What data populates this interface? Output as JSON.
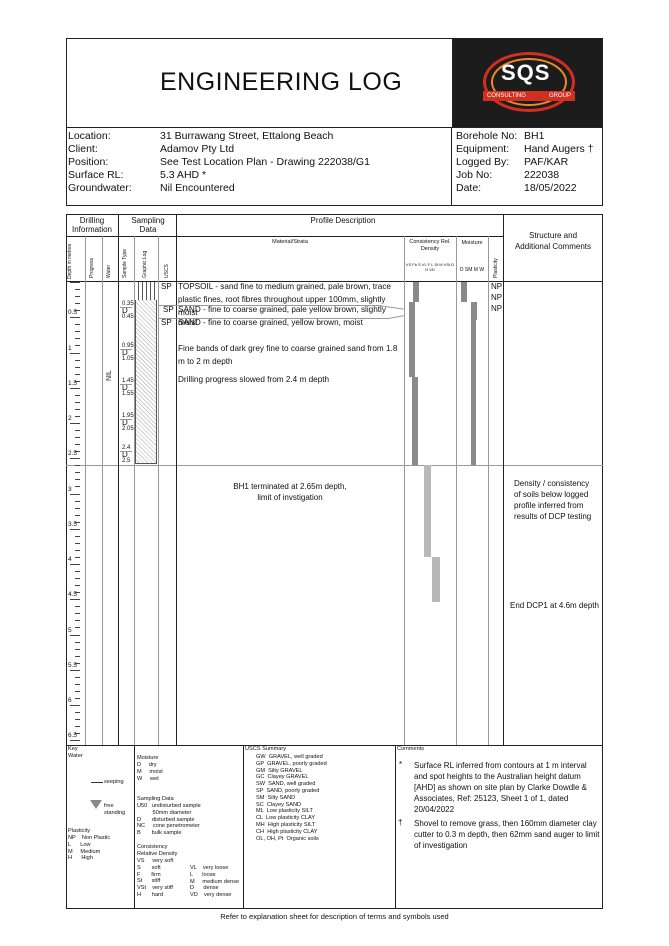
{
  "header": {
    "title": "ENGINEERING LOG",
    "logo_text": "SQS",
    "logo_left": "CONSULTING",
    "logo_right": "GROUP"
  },
  "info_left": [
    {
      "label": "Location:",
      "value": "31 Burrawang Street, Ettalong Beach"
    },
    {
      "label": "Client:",
      "value": "Adamov Pty Ltd"
    },
    {
      "label": "Position:",
      "value": "See Test Location Plan - Drawing 222038/G1"
    },
    {
      "label": "Surface RL:",
      "value": "5.3 AHD *"
    },
    {
      "label": "Groundwater:",
      "value": "Nil Encountered"
    }
  ],
  "info_right": [
    {
      "label": "Borehole No:",
      "value": "BH1"
    },
    {
      "label": "Equipment:",
      "value": "Hand Augers †"
    },
    {
      "label": "Logged By:",
      "value": "PAF/KAR"
    },
    {
      "label": "Job No:",
      "value": "222038"
    },
    {
      "label": "Date:",
      "value": "18/05/2022"
    }
  ],
  "columns": {
    "drilling": "Drilling Information",
    "sampling": "Sampling Data",
    "profile": "Profile Description",
    "material": "Material/Strata",
    "consistency": "Consistency Rel. Density",
    "moisture": "Moisture",
    "structure": "Structure and Additional Comments",
    "depth": "Depth in metres",
    "progress": "Progress",
    "water": "Water",
    "sample_type": "Sample Type",
    "graphic": "Graphic Log",
    "uscs": "USCS",
    "plasticity": "Plasticity",
    "cons_codes": "VS  Fb  S  VL  F  L  St  M  VSt  D  H  VD",
    "moist_codes": "D  SM  M  W"
  },
  "depths": [
    "0.5",
    "1",
    "1.5",
    "2",
    "2.5",
    "3",
    "3.5",
    "4",
    "4.5",
    "5",
    "5.5",
    "6",
    "6.5"
  ],
  "water_note": "NIL",
  "strata": [
    {
      "uscs": "SP",
      "text": "TOPSOIL - sand fine to medium grained, pale brown, trace plastic fines, root fibres throughout upper 100mm, slightly moist"
    },
    {
      "uscs": "SP",
      "text": "SAND - fine to coarse grained, pale yellow brown, slightly moist"
    },
    {
      "uscs": "SP",
      "text": "SAND - fine to coarse grained, yellow brown, moist"
    }
  ],
  "strata_notes": [
    "Fine bands of dark grey fine to coarse grained sand from 1.8 m to 2 m depth",
    "Drilling progress slowed from 2.4 m depth"
  ],
  "terminated": [
    "BH1 terminated at 2.65m depth,",
    "limit of invstigation"
  ],
  "plasticity": [
    "NP",
    "NP",
    "NP"
  ],
  "samples": [
    {
      "top": "0.35",
      "type": "D",
      "bottom": "0.45"
    },
    {
      "top": "0.95",
      "type": "D",
      "bottom": "1.05"
    },
    {
      "top": "1.45",
      "type": "D",
      "bottom": "1.55"
    },
    {
      "top": "1.95",
      "type": "D",
      "bottom": "2.05"
    },
    {
      "top": "2.4",
      "type": "D",
      "bottom": "2.5"
    }
  ],
  "comments_right": [
    {
      "text": "Density / consistency of soils below logged profile inferred from results of DCP testing"
    },
    {
      "text": "End DCP1 at 4.6m depth"
    }
  ],
  "key": {
    "title": "Key",
    "water": "Water",
    "seeping": "seeping",
    "free": "free",
    "standing": "standing",
    "plasticity_title": "Plasticity",
    "plasticity": "NP    Non Plastic\nL      Low\nM     Medium\nH      High",
    "moisture_title": "Moisture",
    "moisture": "D     dry\nM     moist\nW     wet",
    "sampling_title": "Sampling Data",
    "sampling": "U50   undisturbed sample\n          50mm diameter\nD       disturbed sample\nNC     cone penetrometer\nB       bulk sample",
    "consistency_title": "Consistency",
    "relative_title": "Relative Density",
    "consistency": "VS     very soft\nS       soft\nF       firm\nSt      stiff\nVSt    very stiff\nH       hard",
    "relative": "VL    very loose\nL      loose\nM     medium dense\nD      dense\nVD    very dense",
    "uscs_title": "USCS Summary",
    "uscs": "GW  GRAVEL, well graded\nGP  GRAVEL, poorly graded\nGM  Silty GRAVEL\nGC  Clayey GRAVEL\nSW  SAND, well graded\nSP  SAND, poorly graded\nSM  Silty SAND\nSC  Clayey SAND\nML  Low plasticity SILT\nCL  Low plasticity CLAY\nMH  High plasticity SILT\nCH  High plasticity CLAY\nOL, OH, Pt  Organic soils",
    "comments_title": "Comments",
    "c1_mark": "*",
    "c1": "Surface RL inferred from contours at 1 m interval and spot heights to the Australian height datum [AHD] as shown on site plan by Clarke Dowdle & Associates, Ref: 25123, Sheet 1 of 1, dated 20/04/2022",
    "c2_mark": "†",
    "c2": "Shovel to remove grass, then 160mm diameter clay cutter to 0.3 m depth, then 62mm sand auger to limit of investigation"
  },
  "footer": "Refer to explanation sheet for description of terms and symbols used"
}
